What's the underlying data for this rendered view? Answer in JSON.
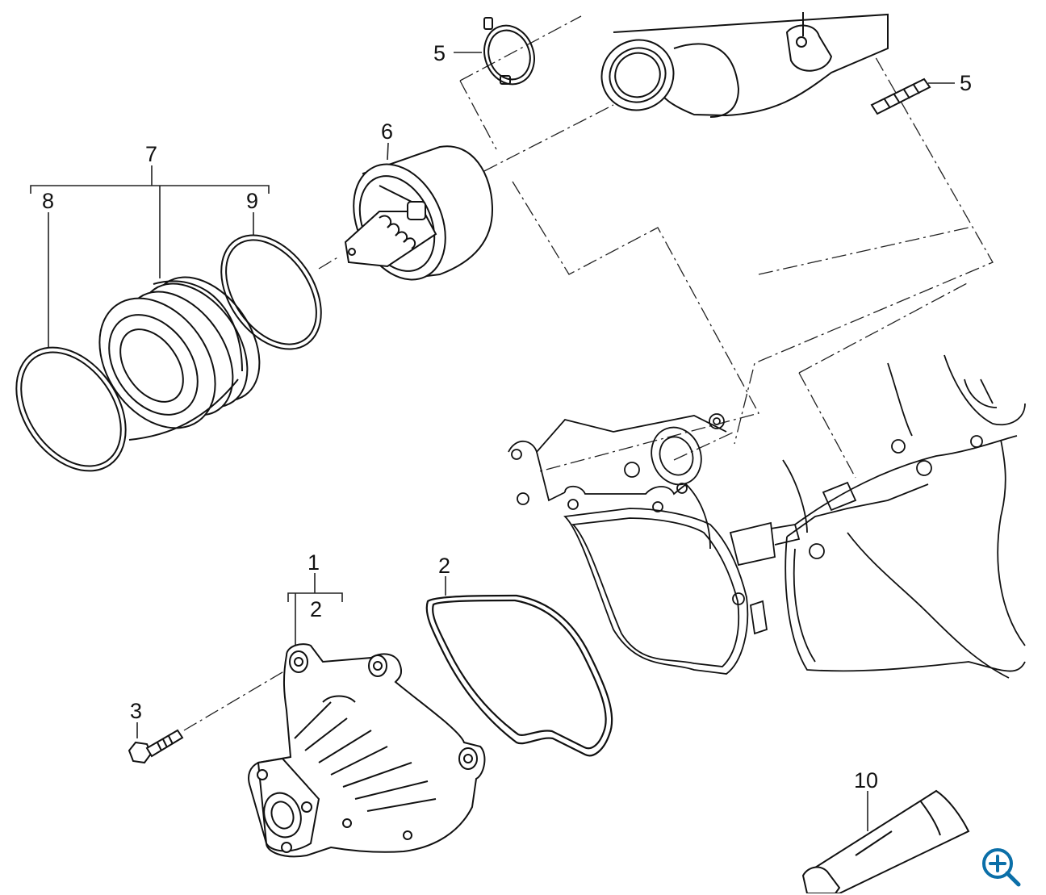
{
  "diagram": {
    "callouts": {
      "c1": "1",
      "c2a": "2",
      "c2b": "2",
      "c3": "3",
      "c5a": "5",
      "c5b": "5",
      "c6": "6",
      "c7": "7",
      "c8": "8",
      "c9": "9",
      "c10": "10"
    }
  },
  "controls": {
    "zoom_icon": "zoom-in-icon",
    "accent": "#0b6fa8"
  }
}
